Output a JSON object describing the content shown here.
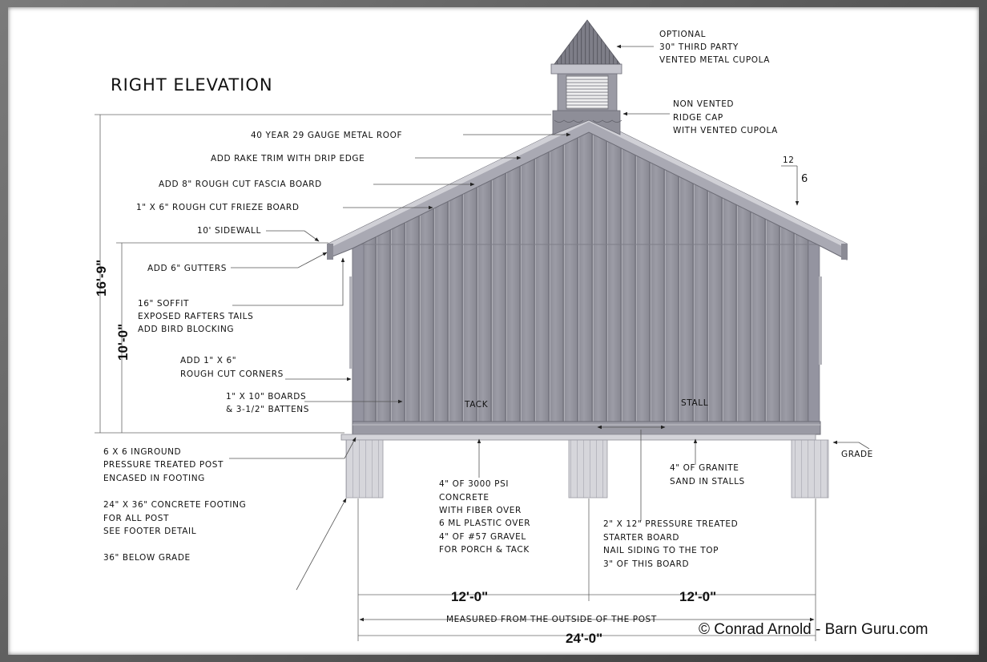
{
  "drawing": {
    "title": "RIGHT ELEVATION",
    "copyright": "© Conrad Arnold - Barn Guru.com",
    "notes": {
      "cupola": [
        "OPTIONAL",
        "30\" THIRD PARTY",
        "VENTED METAL CUPOLA"
      ],
      "ridge_cap": [
        "NON VENTED",
        "RIDGE CAP",
        "WITH VENTED CUPOLA"
      ],
      "roof": "40 YEAR 29 GAUGE METAL ROOF",
      "rake": "ADD RAKE TRIM WITH DRIP EDGE",
      "fascia": "ADD 8\" ROUGH CUT FASCIA BOARD",
      "frieze": "1\" X 6\" ROUGH CUT FRIEZE BOARD",
      "sidewall": "10' SIDEWALL",
      "gutters": "ADD 6\" GUTTERS",
      "soffit": [
        "16\" SOFFIT",
        "EXPOSED RAFTERS TAILS",
        "ADD BIRD BLOCKING"
      ],
      "corners": [
        "ADD 1\" X 6\"",
        "ROUGH CUT CORNERS"
      ],
      "boards": [
        "1\" X 10\" BOARDS",
        "& 3-1/2\" BATTENS"
      ],
      "tack": "TACK",
      "stall": "STALL",
      "post": [
        "6 X 6 INGROUND",
        "PRESSURE TREATED POST",
        "ENCASED IN FOOTING"
      ],
      "footing": [
        "24\" X 36\" CONCRETE FOOTING",
        "FOR ALL POST",
        "SEE FOOTER DETAIL"
      ],
      "below_grade": "36\" BELOW GRADE",
      "concrete": [
        "4\" OF 3000 PSI",
        "CONCRETE",
        "WITH FIBER OVER",
        "6 ML PLASTIC OVER",
        "4\" OF #57 GRAVEL",
        "FOR PORCH & TACK"
      ],
      "granite": [
        "4\" OF GRANITE",
        "SAND IN STALLS"
      ],
      "starter": [
        "2\" X 12\" PRESSURE TREATED",
        "STARTER BOARD",
        "NAIL SIDING TO THE TOP",
        "3\" OF THIS BOARD"
      ],
      "grade": "GRADE",
      "pitch_run": "12",
      "pitch_rise": "6",
      "measured": "MEASURED FROM THE OUTSIDE OF THE POST"
    },
    "dimensions": {
      "total_height": "16'-9\"",
      "wall_height": "10'-0\"",
      "left_half": "12'-0\"",
      "right_half": "12'-0\"",
      "total_width": "24'-0\""
    }
  }
}
